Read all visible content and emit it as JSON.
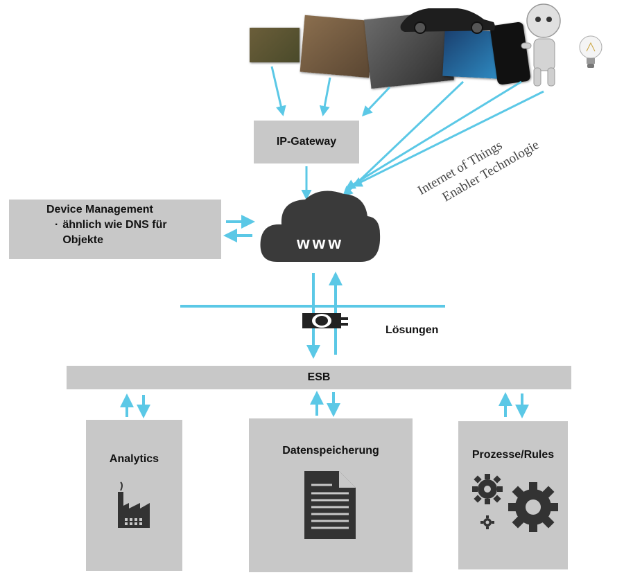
{
  "ip_gateway": {
    "label": "IP-Gateway"
  },
  "device_management": {
    "title": "Device Management",
    "bullet": "ähnlich wie DNS für Objekte"
  },
  "cloud": {
    "label": "www"
  },
  "tagline": {
    "line1": "Internet of Things",
    "line2": "Enabler Technologie"
  },
  "solutions": {
    "label": "Lösungen"
  },
  "esb": {
    "label": "ESB"
  },
  "modules": [
    {
      "label": "Analytics",
      "icon": "factory-icon"
    },
    {
      "label": "Datenspeicherung",
      "icon": "document-icon"
    },
    {
      "label": "Prozesse/Rules",
      "icon": "gears-icon"
    }
  ],
  "devices": [
    "circuit-boards-photo",
    "electronics-parts-photo",
    "handheld-device-photo",
    "car-icon",
    "smart-tv-photo",
    "smartphone-photo",
    "robot-icon",
    "lightbulb-icon"
  ],
  "colors": {
    "arrow": "#5bc8e6",
    "box": "#c8c8c8",
    "dark": "#3a3a3a"
  }
}
